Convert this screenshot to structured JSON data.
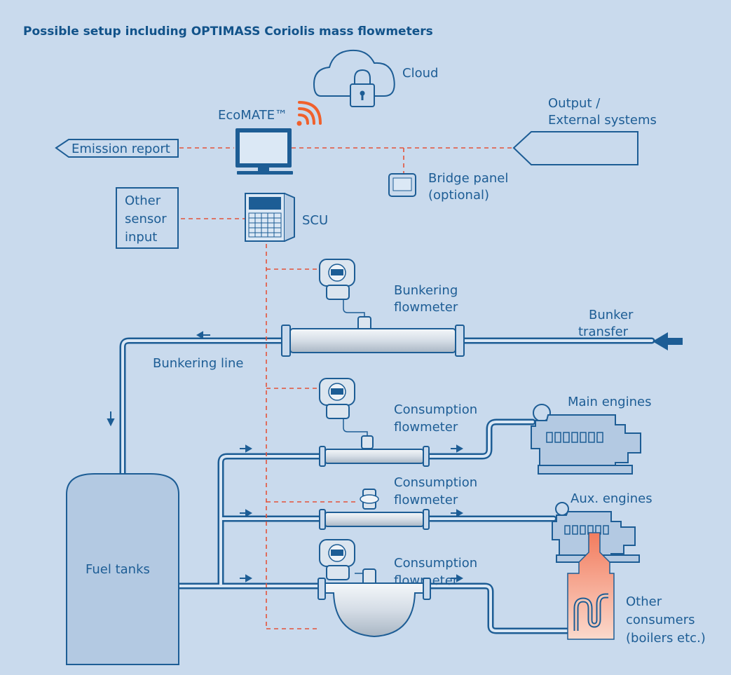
{
  "title": "Possible setup including OPTIMASS Coriolis mass flowmeters",
  "labels": {
    "cloud": "Cloud",
    "ecomate": "EcoMATE™",
    "output_line1": "Output /",
    "output_line2": "External systems",
    "emission_report": "Emission report",
    "bridge_line1": "Bridge panel",
    "bridge_line2": "(optional)",
    "other_sensor_line1": "Other",
    "other_sensor_line2": "sensor",
    "other_sensor_line3": "input",
    "scu": "SCU",
    "bunkering_fm_line1": "Bunkering",
    "bunkering_fm_line2": "flowmeter",
    "bunker_transfer_line1": "Bunker",
    "bunker_transfer_line2": "transfer",
    "bunkering_line": "Bunkering line",
    "consumption_fm1_line1": "Consumption",
    "consumption_fm1_line2": "flowmeter",
    "main_engines": "Main engines",
    "consumption_fm2_line1": "Consumption",
    "consumption_fm2_line2": "flowmeter",
    "aux_engines": "Aux. engines",
    "consumption_fm3_line1": "Consumption",
    "consumption_fm3_line2": "flowmeter",
    "fuel_tanks": "Fuel tanks",
    "other_consumers_line1": "Other",
    "other_consumers_line2": "consumers",
    "other_consumers_line3": "(boilers etc.)"
  },
  "colors": {
    "background": "#c9daed",
    "text": "#1d5d95",
    "pipe": "#1d5d95",
    "dashed_link": "#e4533a",
    "wifi": "#f0602c",
    "arrow": "#1d5d95"
  },
  "icons": [
    "cloud-lock-icon",
    "monitor-icon",
    "wifi-icon",
    "scu-cabinet-icon",
    "bridge-panel-icon",
    "transmitter-icon",
    "coriolis-sensor-icon",
    "engine-icon",
    "boiler-icon",
    "tank-icon"
  ]
}
